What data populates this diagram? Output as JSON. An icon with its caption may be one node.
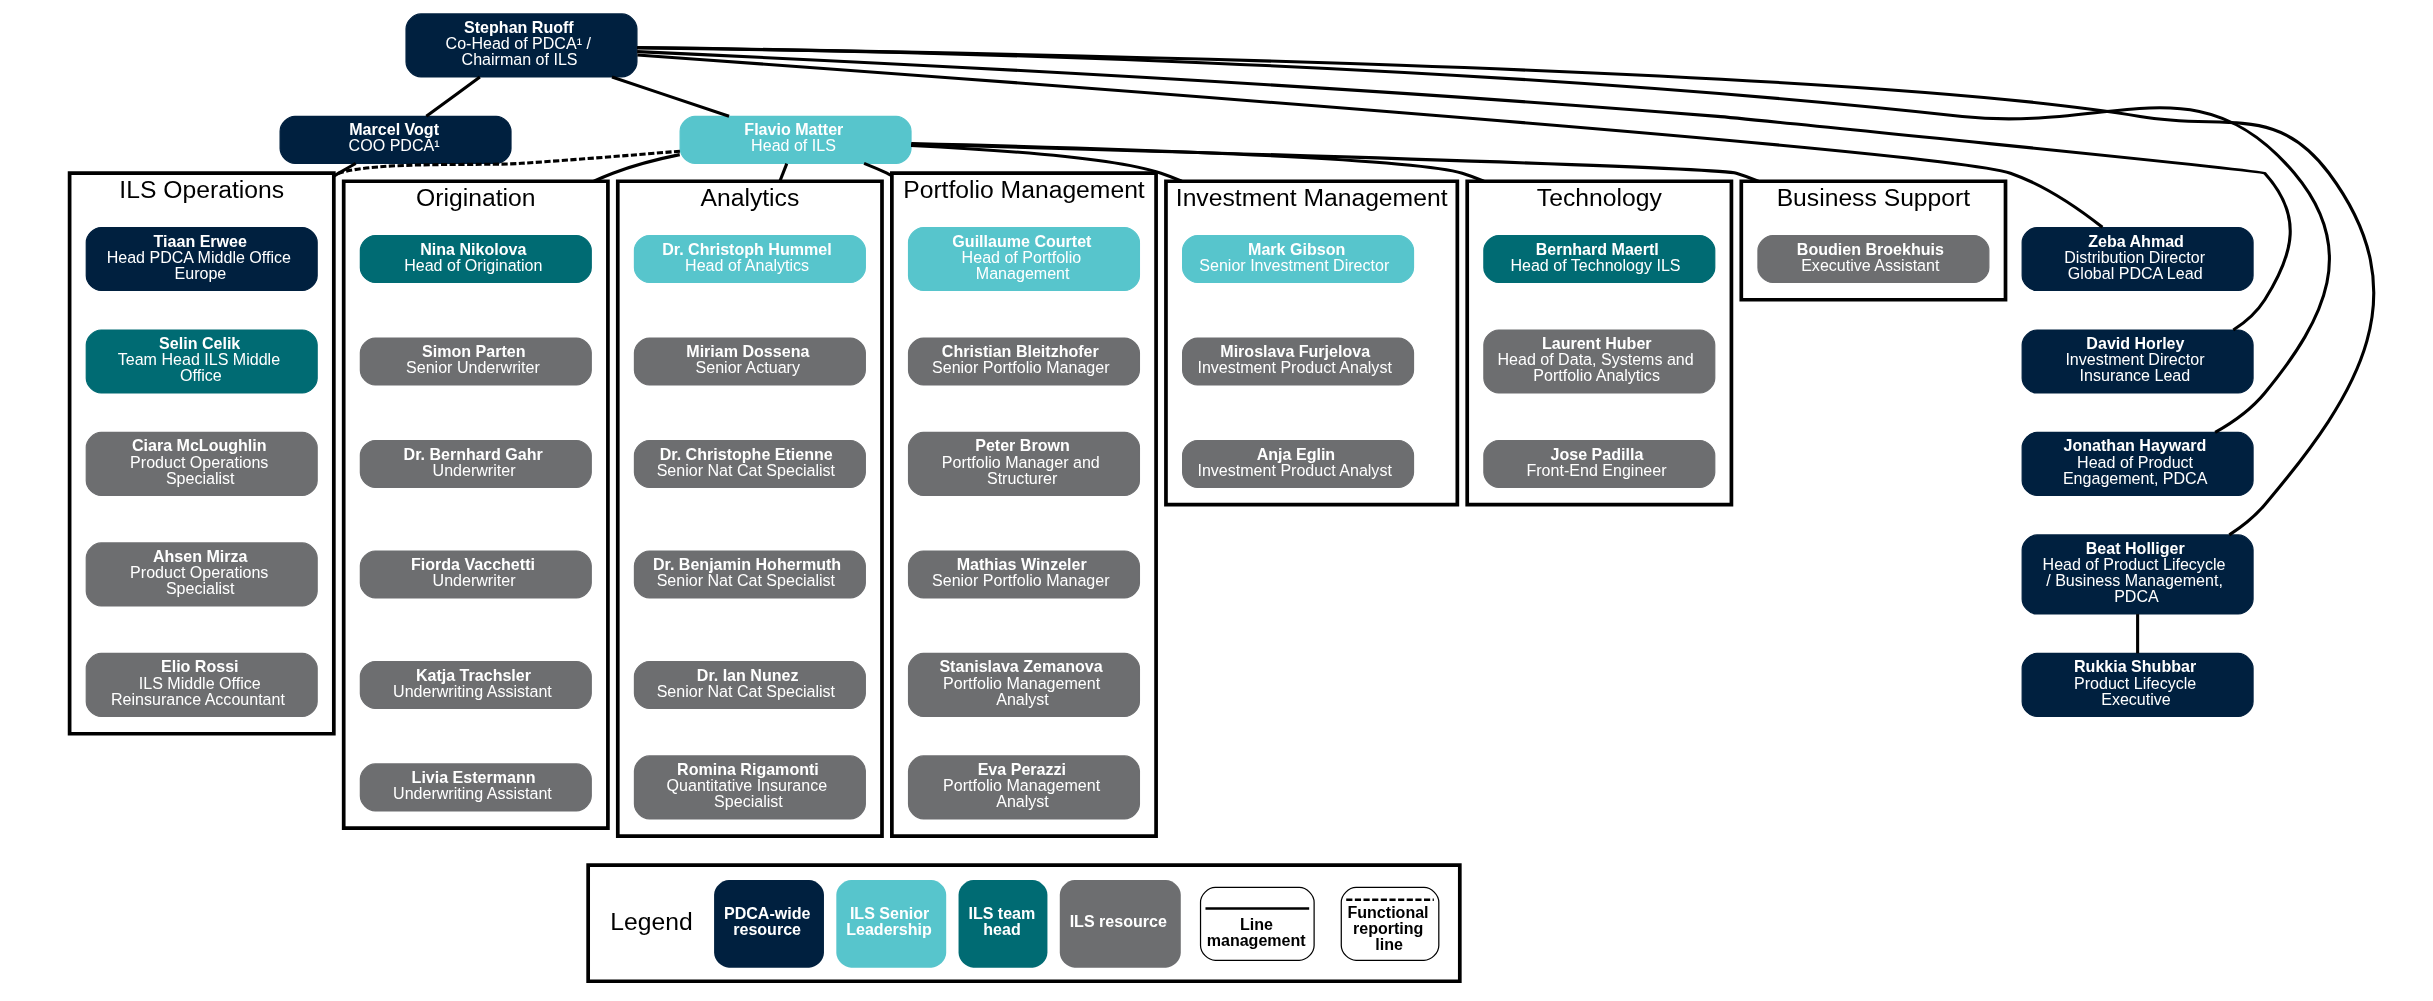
{
  "diagram": {
    "nodes": [
      {
        "text": [
          "Stephan Ruoff",
          "Co-Head of PDCA¹ / Chairman of ILS"
        ]
      },
      {
        "text": [
          "Marcel Vogt",
          "COO PDCA¹"
        ]
      },
      {
        "text": [
          "Flavio Matter",
          "Head of ILS"
        ]
      },
      {
        "text": [
          "ILS Operations"
        ]
      },
      {
        "text": [
          "Tiaan Erwee",
          "Head PDCA Middle Office Europe"
        ],
        "in": 3
      },
      {
        "text": [
          "Selin Celik",
          "Team Head ILS Middle Office"
        ],
        "in": 3
      },
      {
        "text": [
          "Ciara McLoughlin",
          "Product Operations Specialist"
        ],
        "in": 3
      },
      {
        "text": [
          "Ahsen Mirza",
          "Product Operations Specialist"
        ],
        "in": 3
      },
      {
        "text": [
          "Elio Rossi",
          "ILS Middle Office Reinsurance Accountant"
        ],
        "in": 3
      },
      {
        "text": [
          "Origination"
        ]
      },
      {
        "text": [
          "Nina Nikolova",
          "Head of Origination"
        ],
        "in": 9
      },
      {
        "text": [
          "Simon Parten",
          "Senior Underwriter"
        ],
        "in": 9
      },
      {
        "text": [
          "Dr. Bernhard Gahr",
          "Underwriter"
        ],
        "in": 9
      },
      {
        "text": [
          "Fiorda Vacchetti",
          "Underwriter"
        ],
        "in": 9
      },
      {
        "text": [
          "Katja Trachsler",
          "Underwriting Assistant"
        ],
        "in": 9
      },
      {
        "text": [
          "Livia Estermann",
          "Underwriting Assistant"
        ],
        "in": 9
      },
      {
        "text": [
          "Analytics"
        ]
      },
      {
        "text": [
          "Dr. Christoph Hummel",
          "Head of Analytics"
        ],
        "in": 16
      },
      {
        "text": [
          "Miriam Dossena",
          "Senior Actuary"
        ],
        "in": 16
      },
      {
        "text": [
          "Dr. Christophe Etienne",
          "Senior Nat Cat Specialist"
        ],
        "in": 16
      },
      {
        "text": [
          "Dr. Benjamin Hohermuth",
          "Senior Nat Cat Specialist"
        ],
        "in": 16
      },
      {
        "text": [
          "Dr. Ian Nunez",
          "Senior Nat Cat Specialist"
        ],
        "in": 16
      },
      {
        "text": [
          "Romina Rigamonti",
          "Quantitative Insurance Specialist"
        ],
        "in": 16
      },
      {
        "text": [
          "Portfolio Management"
        ]
      },
      {
        "text": [
          "Guillaume Courtet",
          "Head of Portfolio Management"
        ],
        "in": 23
      },
      {
        "text": [
          "Christian Bleitzhofer",
          "Senior Portfolio Manager"
        ],
        "in": 23
      },
      {
        "text": [
          "Peter Brown",
          "Portfolio Manager and Structurer"
        ],
        "in": 23
      },
      {
        "text": [
          "Mathias Winzeler",
          "Senior Portfolio Manager"
        ],
        "in": 23
      },
      {
        "text": [
          "Stanislava Zemanova",
          "Portfolio Management Analyst"
        ],
        "in": 23
      },
      {
        "text": [
          "Eva Perazzi",
          "Portfolio Management Analyst"
        ],
        "in": 23
      },
      {
        "text": [
          "Investment Management"
        ]
      },
      {
        "text": [
          "Mark Gibson",
          "Senior Investment Director"
        ],
        "in": 30
      },
      {
        "text": [
          "Miroslava Furjelova",
          "Investment Product Analyst"
        ],
        "in": 30
      },
      {
        "text": [
          "Anja Eglin",
          "Investment Product Analyst"
        ],
        "in": 30
      },
      {
        "text": [
          "Technology"
        ]
      },
      {
        "text": [
          "Bernhard Maertl",
          "Head of Technology ILS"
        ],
        "in": 34
      },
      {
        "text": [
          "Laurent Huber",
          "Head of Data, Systems and Portfolio Analytics"
        ],
        "in": 34
      },
      {
        "text": [
          "Jose Padilla",
          "Front-End Engineer"
        ],
        "in": 34
      },
      {
        "text": [
          "Business Support"
        ]
      },
      {
        "text": [
          "Boudien Broekhuis",
          "Executive Assistant"
        ],
        "in": 38
      },
      {
        "text": [
          "Zeba Ahmad",
          "Distribution Director Global PDCA Lead"
        ]
      },
      {
        "text": [
          "David Horley",
          "Investment Director Insurance Lead"
        ]
      },
      {
        "text": [
          "Jonathan Hayward",
          "Head of Product Engagement, PDCA"
        ]
      },
      {
        "text": [
          "Beat Holliger",
          "Head of Product Lifecycle / Business Management, PDCA"
        ]
      },
      {
        "text": [
          "Rukkia Shubbar",
          "Product Lifecycle Executive"
        ]
      }
    ],
    "edges": [
      {
        "from": 0,
        "to": 1,
        "arrow": "none"
      },
      {
        "from": 0,
        "to": 2,
        "arrow": "none"
      },
      {
        "from": 0,
        "to": 40,
        "arrow": "none"
      },
      {
        "from": 0,
        "to": 41,
        "arrow": "none"
      },
      {
        "from": 0,
        "to": 42,
        "arrow": "none"
      },
      {
        "from": 0,
        "to": 43,
        "arrow": "none"
      },
      {
        "from": 43,
        "to": 44,
        "arrow": "none"
      },
      {
        "from": 1,
        "to": 3,
        "arrow": "none"
      },
      {
        "from": 2,
        "to": 3,
        "arrow": "none",
        "style": "dashed"
      },
      {
        "from": 2,
        "to": 9,
        "arrow": "none"
      },
      {
        "from": 2,
        "to": 16,
        "arrow": "none"
      },
      {
        "from": 2,
        "to": 23,
        "arrow": "none"
      },
      {
        "from": 2,
        "to": 30,
        "arrow": "none"
      },
      {
        "from": 2,
        "to": 34,
        "arrow": "none"
      },
      {
        "from": 2,
        "to": 38,
        "arrow": "none"
      }
    ],
    "labels": [
      "Legend"
    ],
    "legend": [
      {
        "text": "PDCA-wide resource",
        "color": "#00203f"
      },
      {
        "text": "ILS Senior Leadership",
        "color": "#57c5cc"
      },
      {
        "text": "ILS team head",
        "color": "#006b73"
      },
      {
        "text": "ILS resource",
        "color": "#6d6e70"
      },
      {
        "text": "Line management"
      },
      {
        "text": "Functional reporting line"
      }
    ]
  }
}
